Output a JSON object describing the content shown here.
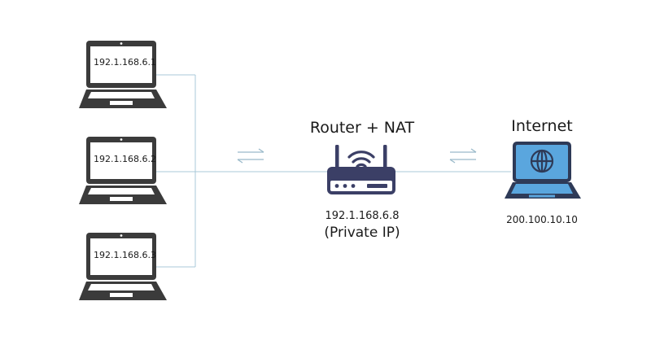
{
  "clients": [
    {
      "ip": "192.1.168.6.1"
    },
    {
      "ip": "192.1.168.6.2"
    },
    {
      "ip": "192.1.168.6.3"
    }
  ],
  "router": {
    "title": "Router + NAT",
    "ip": "192.1.168.6.8",
    "ip_note": "(Private IP)"
  },
  "internet": {
    "title": "Internet",
    "ip": "200.100.10.10"
  },
  "colors": {
    "laptop_dark": "#3b3b3b",
    "link_line": "#a8c8d8",
    "arrows": "#9ab9c9",
    "router_body": "#3b3f66",
    "internet_screen": "#5aa6de",
    "internet_body": "#2e3a57"
  }
}
